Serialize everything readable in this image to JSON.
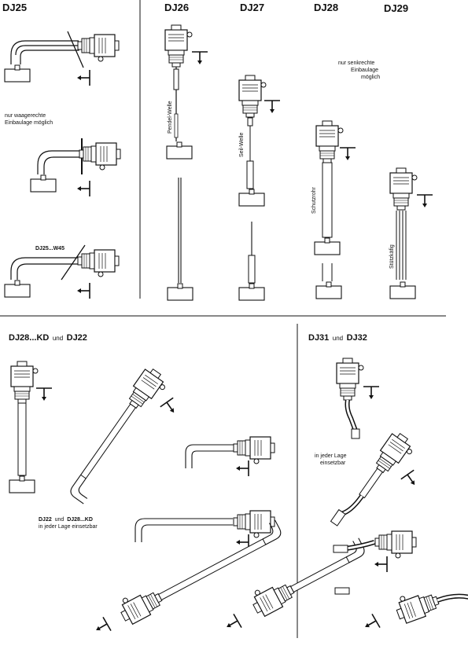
{
  "headings": {
    "dj25": "DJ25",
    "dj26": "DJ26",
    "dj27": "DJ27",
    "dj28": "DJ28",
    "dj29": "DJ29",
    "dj28kd": "DJ28...KD",
    "und1": "und",
    "dj22": "DJ22",
    "dj31": "DJ31",
    "und2": "und",
    "dj32": "DJ32"
  },
  "notes": {
    "horizontal_only_line1": "nur waagerechte",
    "horizontal_only_line2": "Einbaulage möglich",
    "vertical_only_line1": "nur senkrechte",
    "vertical_only_line2": "Einbaulage",
    "vertical_only_line3": "möglich",
    "dj25_w45": "DJ25...W45",
    "any_position_a1": "DJ22",
    "any_position_a2": "und",
    "any_position_a3": "DJ28...KD",
    "any_position_a4": "in jeder Lage einsetzbar",
    "any_position_b1": "in jeder Lage",
    "any_position_b2": "einsetzbar"
  },
  "shaft_labels": {
    "pendel": "Pendel-Welle",
    "seil": "Seil-Welle",
    "schutz": "Schutzrohr",
    "stuetz": "Stützkäfig"
  }
}
